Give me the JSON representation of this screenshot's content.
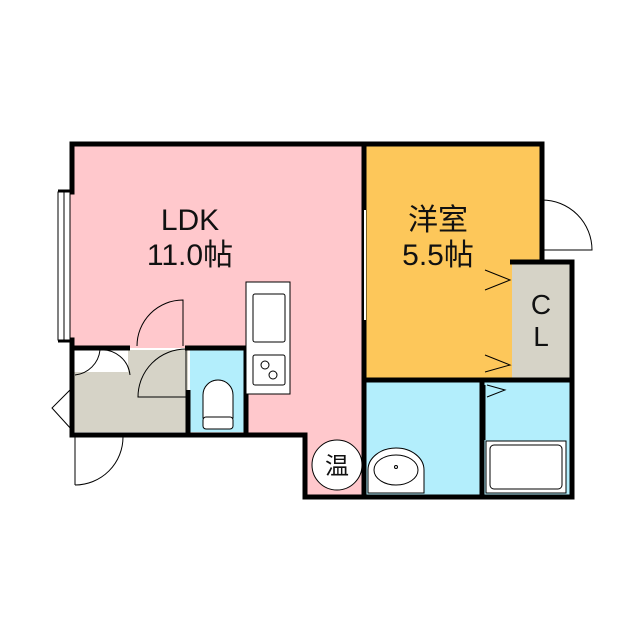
{
  "rooms": {
    "ldk": {
      "name": "LDK",
      "size": "11.0帖",
      "color": "#ffc8cc"
    },
    "western": {
      "name": "洋室",
      "size": "5.5帖",
      "color": "#fdc75a"
    },
    "closet": {
      "line1": "C",
      "line2": "L",
      "color": "#d6d3c7"
    },
    "water_heater": {
      "label": "温"
    },
    "wet_color": "#b3eefc",
    "entry_color": "#d6d3c7"
  }
}
